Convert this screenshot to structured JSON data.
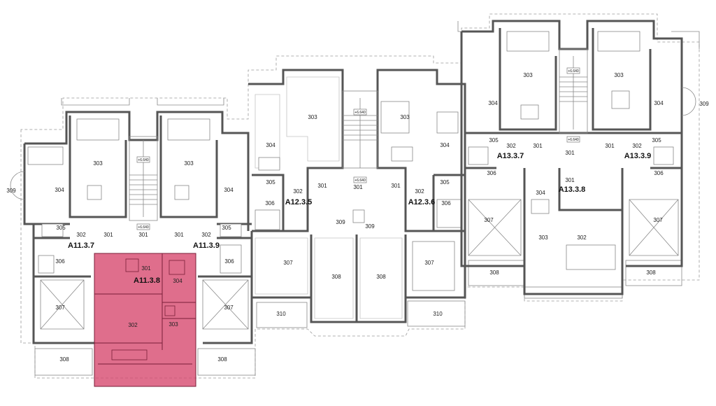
{
  "highlight_color": "#d6456b",
  "units": [
    {
      "id": "u1",
      "label": "A11.3.7"
    },
    {
      "id": "u2",
      "label": "A11.3.8"
    },
    {
      "id": "u3",
      "label": "A11.3.9"
    },
    {
      "id": "u4",
      "label": "A12.3.5"
    },
    {
      "id": "u5",
      "label": "A12.3.6"
    },
    {
      "id": "u6",
      "label": "A13.3.7"
    },
    {
      "id": "u7",
      "label": "A13.3.8"
    },
    {
      "id": "u8",
      "label": "A13.3.9"
    }
  ],
  "rooms": [
    {
      "id": "r1",
      "label": "309"
    },
    {
      "id": "r2",
      "label": "304"
    },
    {
      "id": "r3",
      "label": "303"
    },
    {
      "id": "r4",
      "label": "305"
    },
    {
      "id": "r5",
      "label": "302"
    },
    {
      "id": "r6",
      "label": "306"
    },
    {
      "id": "r7",
      "label": "307"
    },
    {
      "id": "r8",
      "label": "308"
    },
    {
      "id": "r9",
      "label": "301"
    },
    {
      "id": "r10",
      "label": "301"
    },
    {
      "id": "r11",
      "label": "301"
    },
    {
      "id": "r12",
      "label": "304"
    },
    {
      "id": "r13",
      "label": "302"
    },
    {
      "id": "r14",
      "label": "303"
    },
    {
      "id": "r15",
      "label": "303"
    },
    {
      "id": "r16",
      "label": "304"
    },
    {
      "id": "r17",
      "label": "301"
    },
    {
      "id": "r18",
      "label": "302"
    },
    {
      "id": "r19",
      "label": "305"
    },
    {
      "id": "r20",
      "label": "306"
    },
    {
      "id": "r21",
      "label": "307"
    },
    {
      "id": "r22",
      "label": "308"
    },
    {
      "id": "r23",
      "label": "304"
    },
    {
      "id": "r24",
      "label": "303"
    },
    {
      "id": "r25",
      "label": "305"
    },
    {
      "id": "r26",
      "label": "302"
    },
    {
      "id": "r27",
      "label": "306"
    },
    {
      "id": "r28",
      "label": "307"
    },
    {
      "id": "r29",
      "label": "310"
    },
    {
      "id": "r30",
      "label": "301"
    },
    {
      "id": "r31",
      "label": "301"
    },
    {
      "id": "r32",
      "label": "309"
    },
    {
      "id": "r33",
      "label": "309"
    },
    {
      "id": "r34",
      "label": "308"
    },
    {
      "id": "r35",
      "label": "308"
    },
    {
      "id": "r36",
      "label": "303"
    },
    {
      "id": "r37",
      "label": "304"
    },
    {
      "id": "r38",
      "label": "301"
    },
    {
      "id": "r39",
      "label": "302"
    },
    {
      "id": "r40",
      "label": "305"
    },
    {
      "id": "r41",
      "label": "306"
    },
    {
      "id": "r42",
      "label": "307"
    },
    {
      "id": "r43",
      "label": "310"
    },
    {
      "id": "r44",
      "label": "304"
    },
    {
      "id": "r45",
      "label": "303"
    },
    {
      "id": "r46",
      "label": "305"
    },
    {
      "id": "r47",
      "label": "302"
    },
    {
      "id": "r48",
      "label": "301"
    },
    {
      "id": "r49",
      "label": "306"
    },
    {
      "id": "r50",
      "label": "307"
    },
    {
      "id": "r51",
      "label": "308"
    },
    {
      "id": "r52",
      "label": "301"
    },
    {
      "id": "r53",
      "label": "304"
    },
    {
      "id": "r54",
      "label": "303"
    },
    {
      "id": "r55",
      "label": "302"
    },
    {
      "id": "r56",
      "label": "301"
    },
    {
      "id": "r57",
      "label": "303"
    },
    {
      "id": "r58",
      "label": "304"
    },
    {
      "id": "r59",
      "label": "309"
    },
    {
      "id": "r60",
      "label": "305"
    },
    {
      "id": "r61",
      "label": "302"
    },
    {
      "id": "r62",
      "label": "301"
    },
    {
      "id": "r63",
      "label": "306"
    },
    {
      "id": "r64",
      "label": "307"
    },
    {
      "id": "r65",
      "label": "308"
    }
  ],
  "levels": [
    {
      "id": "l1",
      "label": "+6.640"
    },
    {
      "id": "l2",
      "label": "+6.640"
    },
    {
      "id": "l3",
      "label": "+6.640"
    },
    {
      "id": "l4",
      "label": "+6.640"
    },
    {
      "id": "l5",
      "label": "+6.640"
    },
    {
      "id": "l6",
      "label": "+6.640"
    }
  ]
}
